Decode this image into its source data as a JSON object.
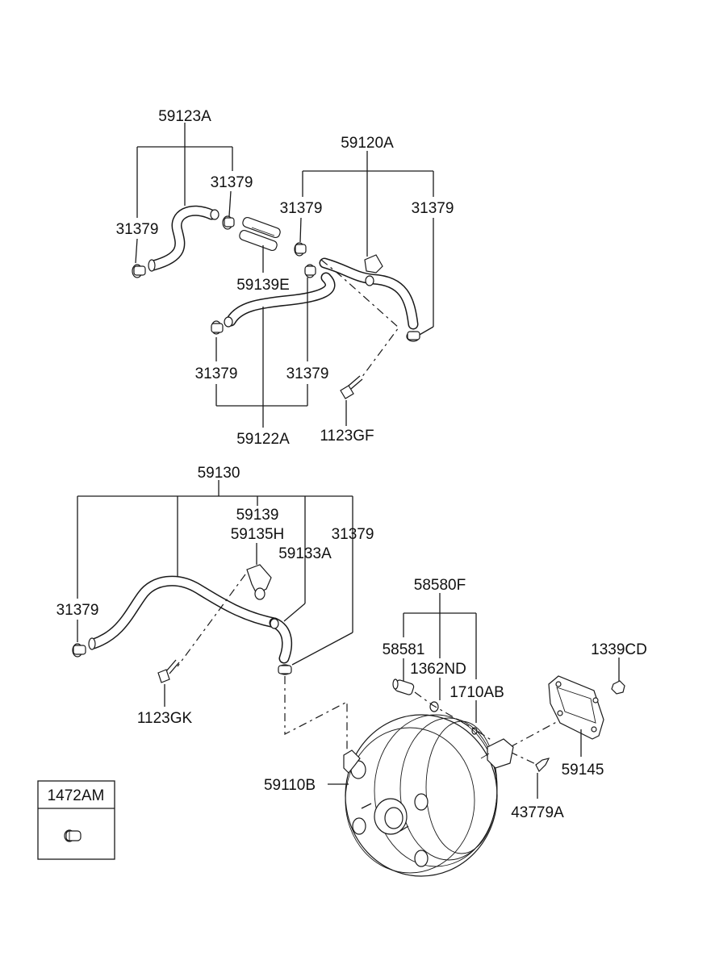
{
  "callouts": {
    "p59123A": "59123A",
    "p59120A": "59120A",
    "c31379_a": "31379",
    "c31379_b": "31379",
    "c31379_c": "31379",
    "c31379_d": "31379",
    "c31379_e": "31379",
    "c31379_f": "31379",
    "c31379_g": "31379",
    "c31379_h": "31379",
    "p59139E": "59139E",
    "p59122A": "59122A",
    "p1123GF": "1123GF",
    "p59130": "59130",
    "p59139": "59139",
    "p59135H": "59135H",
    "p59133A": "59133A",
    "p1123GK": "1123GK",
    "p58580F": "58580F",
    "p58581": "58581",
    "p1362ND": "1362ND",
    "p1710AB": "1710AB",
    "p1339CD": "1339CD",
    "p59110B": "59110B",
    "p59145": "59145",
    "p43779A": "43779A"
  },
  "legend_box": {
    "code": "1472AM",
    "icon": "hose-clamp-icon"
  }
}
